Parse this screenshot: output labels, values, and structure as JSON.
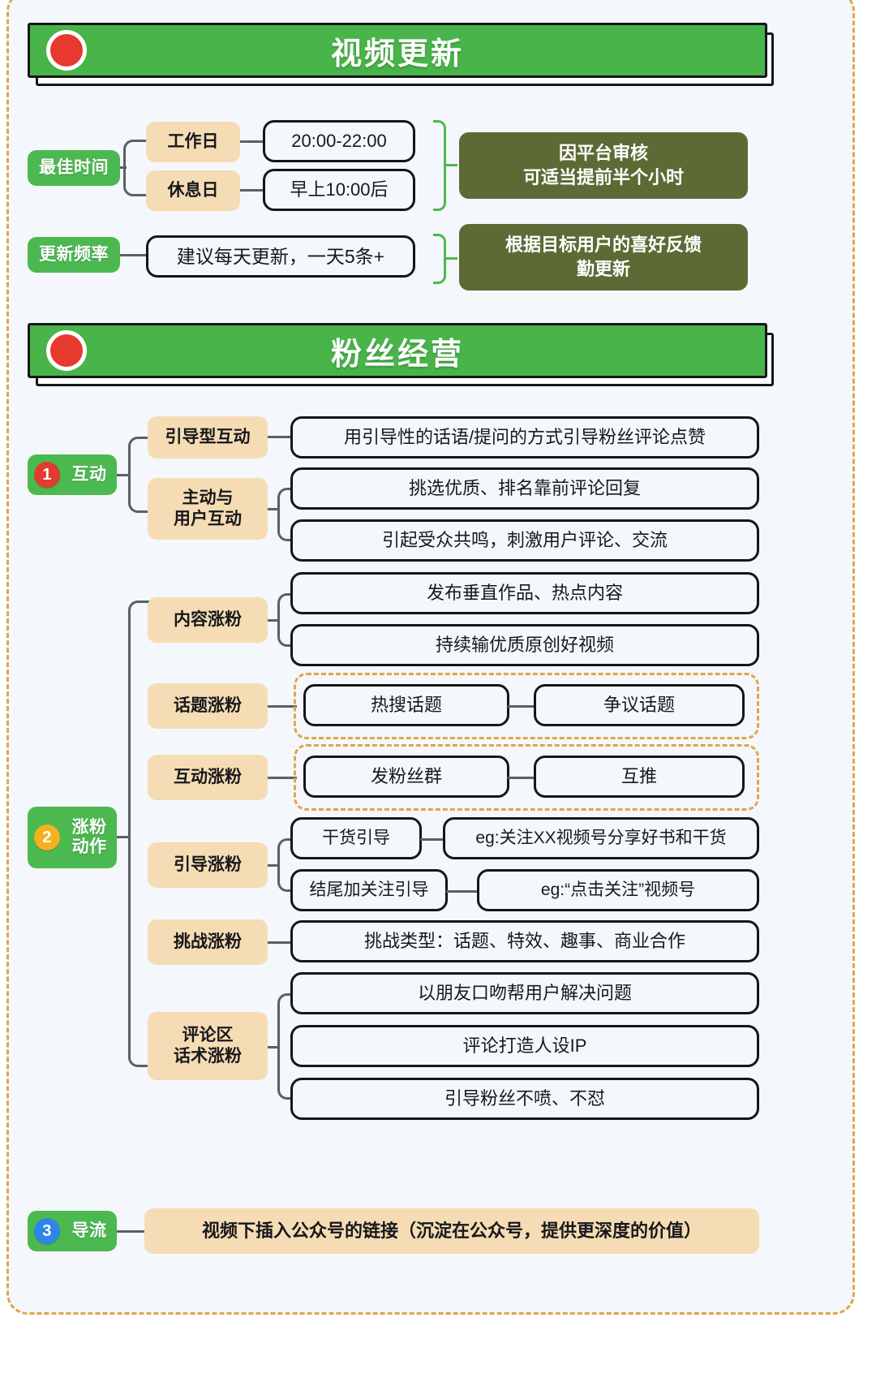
{
  "theme": {
    "banner_green": "#49b449",
    "pill_green": "#4cb950",
    "tan": "#f6dcb4",
    "olive": "#5c6b35",
    "dashed_orange": "#e0a64a",
    "card_bg": "#f4f7fb",
    "outline_black": "#15161a",
    "badge_red": "#e23a2e",
    "badge_amber": "#f5b11f",
    "badge_blue": "#2f86e8"
  },
  "sections": [
    {
      "id": "video-update",
      "title": "视频更新",
      "rows": [
        {
          "label": "最佳时间",
          "branches": [
            {
              "sub": "工作日",
              "value": "20:00-22:00"
            },
            {
              "sub": "休息日",
              "value": "早上10:00后"
            }
          ],
          "note": "因平台审核\n可适当提前半个小时",
          "note_lines": [
            "因平台审核",
            "可适当提前半个小时"
          ]
        },
        {
          "label": "更新频率",
          "branches": [
            {
              "sub": "",
              "value": "建议每天更新，一天5条+"
            }
          ],
          "note_lines": [
            "根据目标用户的喜好反馈",
            "勤更新"
          ]
        }
      ]
    },
    {
      "id": "fan-operation",
      "title": "粉丝经营",
      "groups": [
        {
          "number": "①",
          "badge_color": "red",
          "label": "互动",
          "items": [
            {
              "sub": "引导型互动",
              "sub_lines": [
                "引导型互动"
              ],
              "cards": [
                "用引导性的话语/提问的方式引导粉丝评论点赞"
              ]
            },
            {
              "sub": "主动与用户互动",
              "sub_lines": [
                "主动与",
                "用户互动"
              ],
              "cards": [
                "挑选优质、排名靠前评论回复",
                "引起受众共鸣，刺激用户评论、交流"
              ]
            }
          ]
        },
        {
          "number": "②",
          "badge_color": "amber",
          "label": "涨粉动作",
          "label_lines": [
            "涨粉",
            "动作"
          ],
          "items": [
            {
              "sub": "内容涨粉",
              "sub_lines": [
                "内容涨粉"
              ],
              "cards": [
                "发布垂直作品、热点内容",
                "持续输优质原创好视频"
              ]
            },
            {
              "sub": "话题涨粉",
              "sub_lines": [
                "话题涨粉"
              ],
              "dashed": true,
              "pair": [
                "热搜话题",
                "争议话题"
              ]
            },
            {
              "sub": "互动涨粉",
              "sub_lines": [
                "互动涨粉"
              ],
              "dashed": true,
              "pair": [
                "发粉丝群",
                "互推"
              ]
            },
            {
              "sub": "引导涨粉",
              "sub_lines": [
                "引导涨粉"
              ],
              "chains": [
                {
                  "left": "干货引导",
                  "right": "eg:关注XX视频号分享好书和干货"
                },
                {
                  "left": "结尾加关注引导",
                  "right": "eg:“点击关注”视频号"
                }
              ]
            },
            {
              "sub": "挑战涨粉",
              "sub_lines": [
                "挑战涨粉"
              ],
              "cards": [
                "挑战类型：话题、特效、趣事、商业合作"
              ]
            },
            {
              "sub": "评论区话术涨粉",
              "sub_lines": [
                "评论区",
                "话术涨粉"
              ],
              "cards": [
                "以朋友口吻帮用户解决问题",
                "评论打造人设IP",
                "引导粉丝不喷、不怼"
              ]
            }
          ]
        },
        {
          "number": "③",
          "badge_color": "blue",
          "label": "导流",
          "banner_item": "视频下插入公众号的链接（沉淀在公众号，提供更深度的价值）"
        }
      ]
    }
  ]
}
